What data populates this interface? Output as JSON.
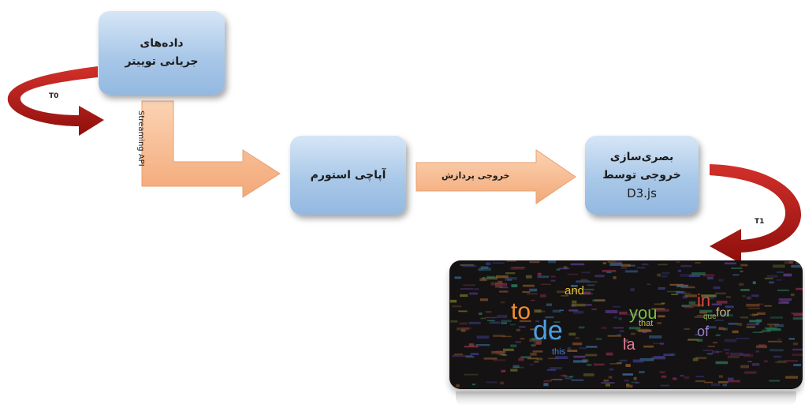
{
  "boxes": {
    "twitter": {
      "line1": "داده‌های",
      "line2": "جریانی توییتر"
    },
    "storm": {
      "line1": "آپاچی استورم"
    },
    "viz": {
      "line1": "بصری‌سازی",
      "line2": "خروجی توسط",
      "line3": "D3.js"
    }
  },
  "arrows": {
    "api_label": "Streaming API",
    "processing_label": "خروجی پردازش",
    "t0_label": "T0",
    "t1_label": "T1"
  },
  "colors": {
    "box_blue": "#a9c8e8",
    "flow_arrow": "#f6b98f",
    "curved_arrow": "#b51a16",
    "cloud_bg": "#141212"
  },
  "word_cloud": {
    "words": [
      {
        "text": "to",
        "color": "#f28e2b"
      },
      {
        "text": "de",
        "color": "#4e9fe0"
      },
      {
        "text": "and",
        "color": "#e8c13a"
      },
      {
        "text": "you",
        "color": "#7bbf3a"
      },
      {
        "text": "in",
        "color": "#e0443a"
      },
      {
        "text": "for",
        "color": "#c9b48a"
      },
      {
        "text": "of",
        "color": "#9b7fd0"
      },
      {
        "text": "la",
        "color": "#e07a9e"
      },
      {
        "text": "that",
        "color": "#c0c040"
      },
      {
        "text": "this",
        "color": "#4e7fd0"
      },
      {
        "text": "que",
        "color": "#9ab04a"
      }
    ]
  }
}
